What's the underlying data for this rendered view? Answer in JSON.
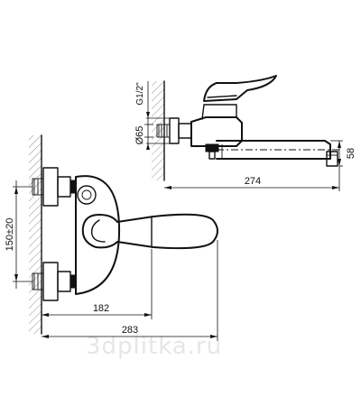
{
  "watermark": "3dplitka.ru",
  "side_view": {
    "dim_overall_length": "274",
    "dim_spout_height": "58",
    "dim_flange_diameter": "Ø65",
    "dim_thread": "G1/2\""
  },
  "front_view": {
    "dim_inlet_spacing": "150±20",
    "dim_to_handle": "182",
    "dim_to_handle_tip": "283"
  }
}
